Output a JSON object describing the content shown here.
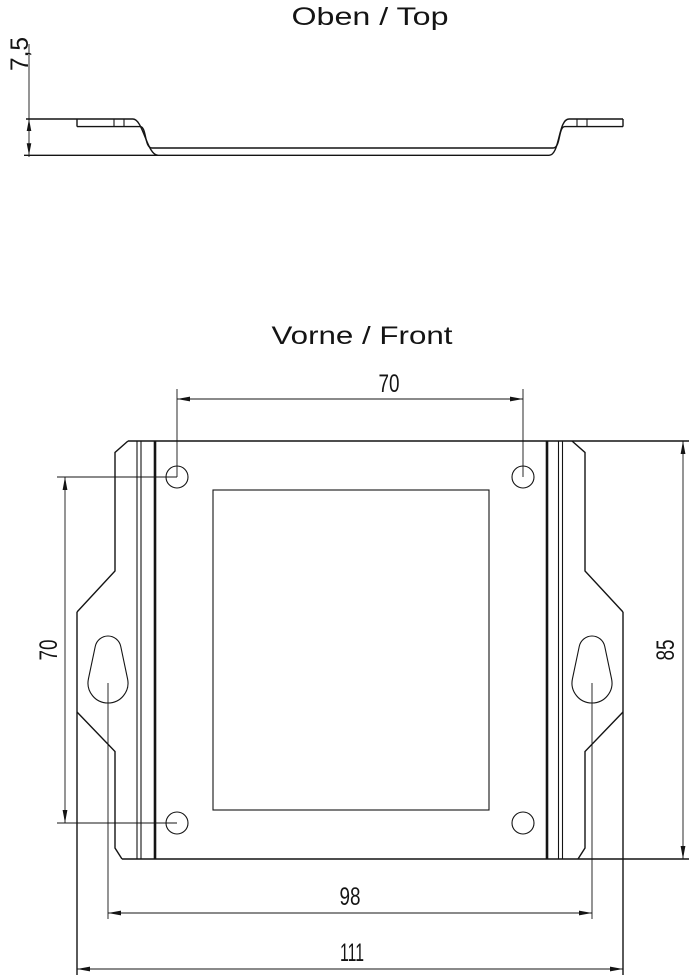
{
  "drawing": {
    "background": "#ffffff",
    "line_color": "#141414",
    "views": {
      "top": {
        "title": "Oben / Top",
        "dimensions": {
          "offset_height": "7,5"
        }
      },
      "front": {
        "title": "Vorne / Front",
        "dimensions": {
          "hole_spacing_horizontal": "70",
          "hole_spacing_vertical": "70",
          "overall_height": "85",
          "keyhole_spacing": "98",
          "overall_width": "111"
        }
      }
    }
  }
}
